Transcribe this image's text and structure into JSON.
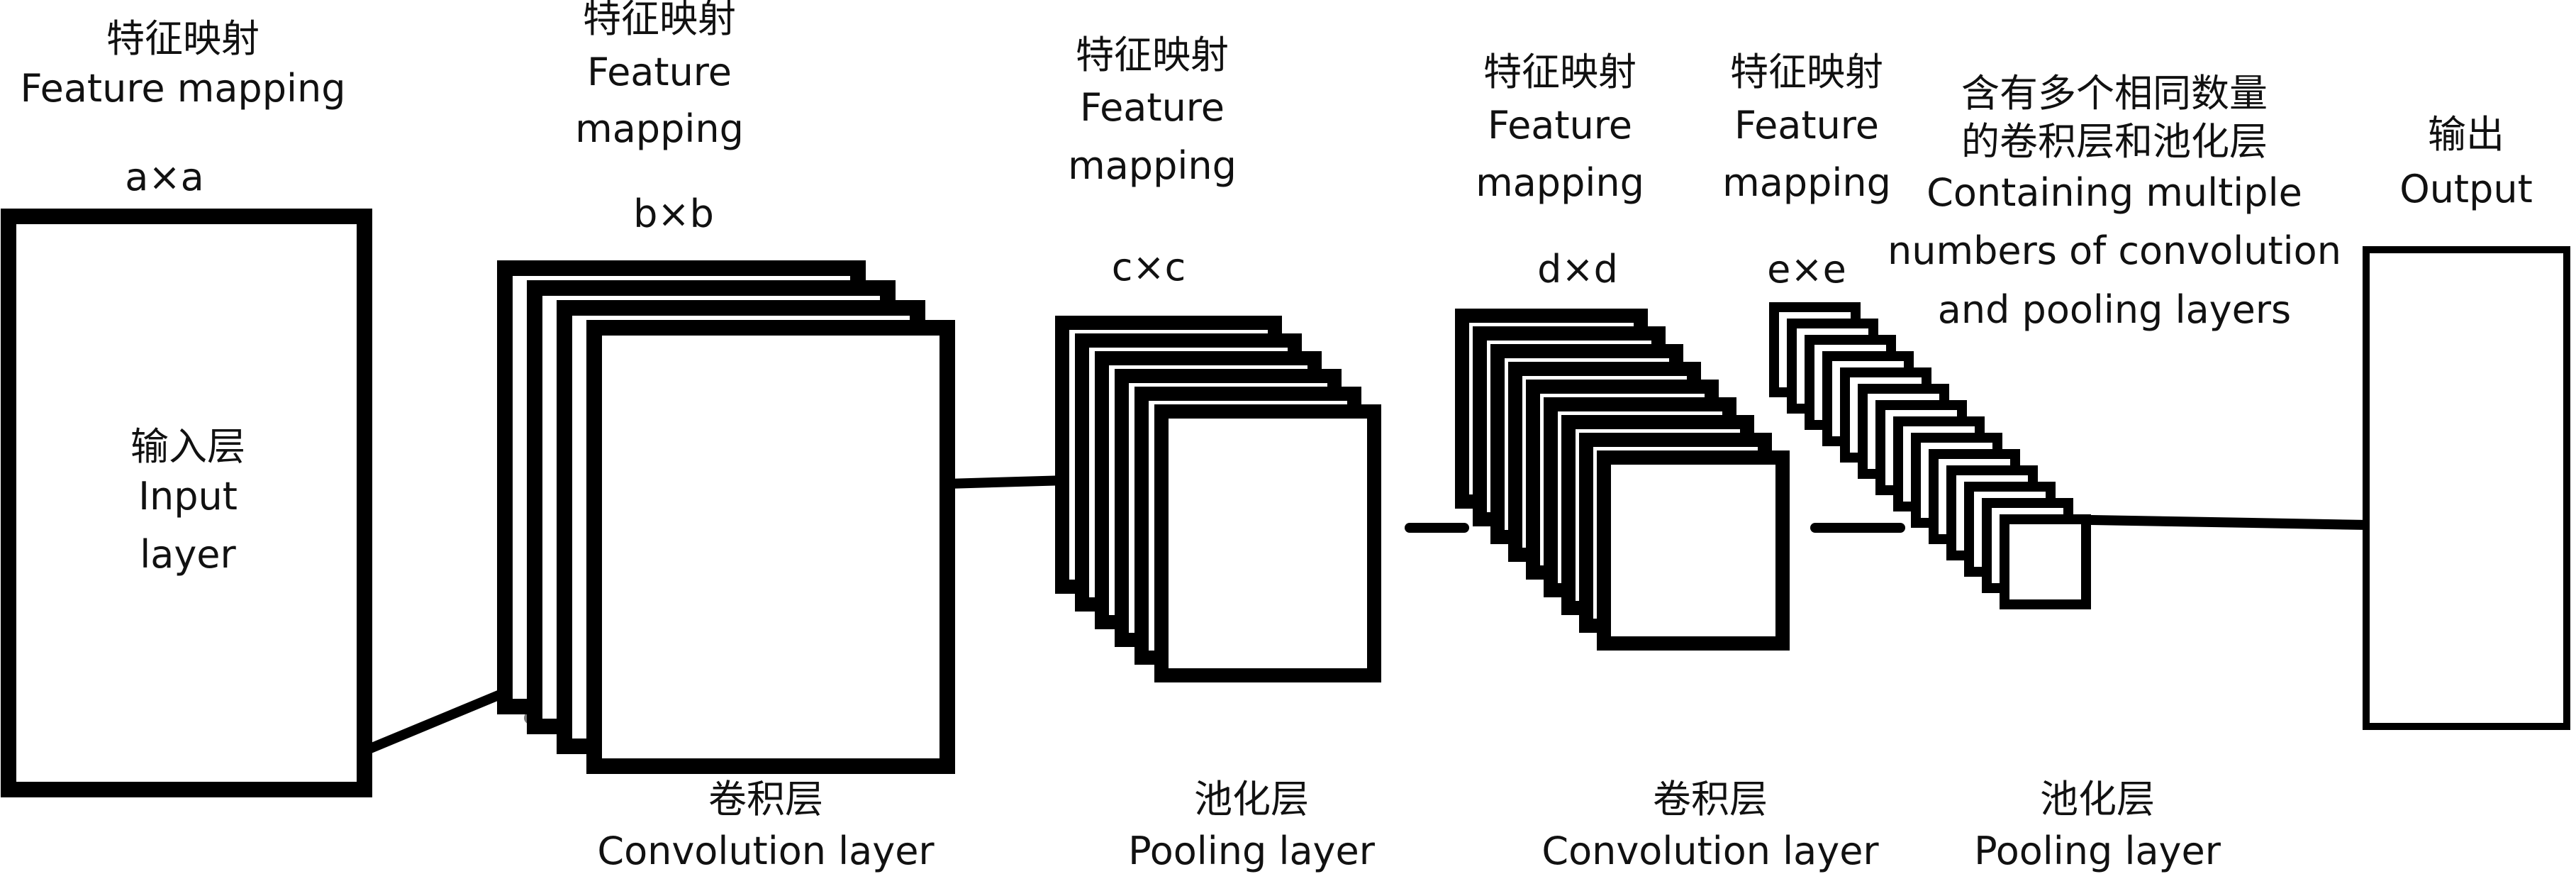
{
  "colors": {
    "stroke": "#000000",
    "fill": "#ffffff",
    "stack_shadow": "#7f7f7f"
  },
  "input": {
    "top_zh": "特征映射",
    "top_en": "Feature mapping",
    "size": "a×a",
    "label_zh": "输入层",
    "label_en_1": "Input",
    "label_en_2": "layer"
  },
  "conv1": {
    "top_zh": "特征映射",
    "top_en_1": "Feature",
    "top_en_2": "mapping",
    "size": "b×b",
    "bottom_zh": "卷积层",
    "bottom_en": "Convolution layer"
  },
  "pool1": {
    "top_zh": "特征映射",
    "top_en_1": "Feature",
    "top_en_2": "mapping",
    "size": "c×c",
    "bottom_zh": "池化层",
    "bottom_en": "Pooling layer"
  },
  "conv2": {
    "top_zh": "特征映射",
    "top_en_1": "Feature",
    "top_en_2": "mapping",
    "size": "d×d",
    "bottom_zh": "卷积层",
    "bottom_en": "Convolution layer"
  },
  "pool2": {
    "top_zh": "特征映射",
    "top_en_1": "Feature",
    "top_en_2": "mapping",
    "size": "e×e",
    "bottom_zh": "池化层",
    "bottom_en": "Pooling layer"
  },
  "multi": {
    "zh_1": "含有多个相同数量",
    "zh_2": "的卷积层和池化层",
    "en_1": "Containing multiple",
    "en_2": "numbers of convolution",
    "en_3": "and pooling layers"
  },
  "output": {
    "zh": "输出",
    "en": "Output"
  }
}
